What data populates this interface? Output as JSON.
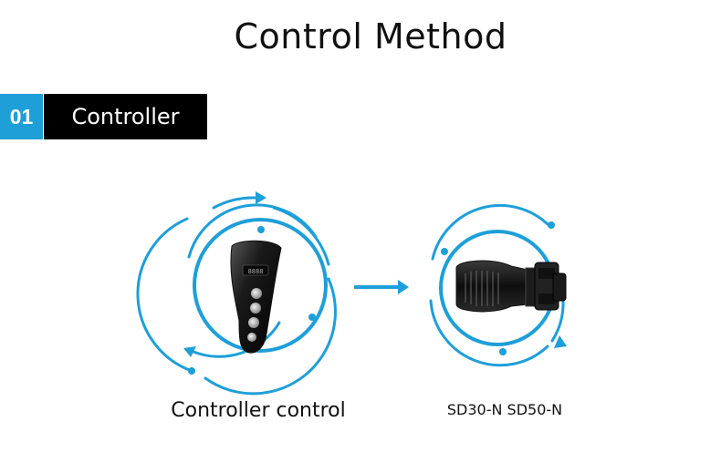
{
  "page": {
    "title": "Control Method"
  },
  "section": {
    "number": "01",
    "label": "Controller"
  },
  "left_panel": {
    "caption": "Controller control",
    "icon": "remote-controller-icon"
  },
  "right_panel": {
    "caption": "SD30-N SD50-N",
    "icon": "wave-pump-icon"
  },
  "colors": {
    "accent": "#1e9fd8",
    "header_bg": "#000000",
    "text": "#111111"
  }
}
